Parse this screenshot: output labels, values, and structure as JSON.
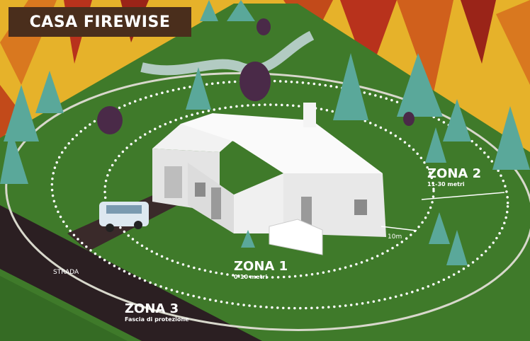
{
  "title": "CASA FIREWISE",
  "zones": [
    {
      "name": "ZONA 1",
      "range": "0-10 metri"
    },
    {
      "name": "ZONA 2",
      "range": "11-30 metri"
    },
    {
      "name": "ZONA 3",
      "range": "Fascia di protezione"
    }
  ],
  "road_label": "STRADA",
  "distance_label": "10m",
  "colors": {
    "grass": "#3f7a2a",
    "road": "#2b1f22",
    "fire": "#e0a020",
    "flame": "#b8321c",
    "title_bg": "#4a2e1c"
  }
}
